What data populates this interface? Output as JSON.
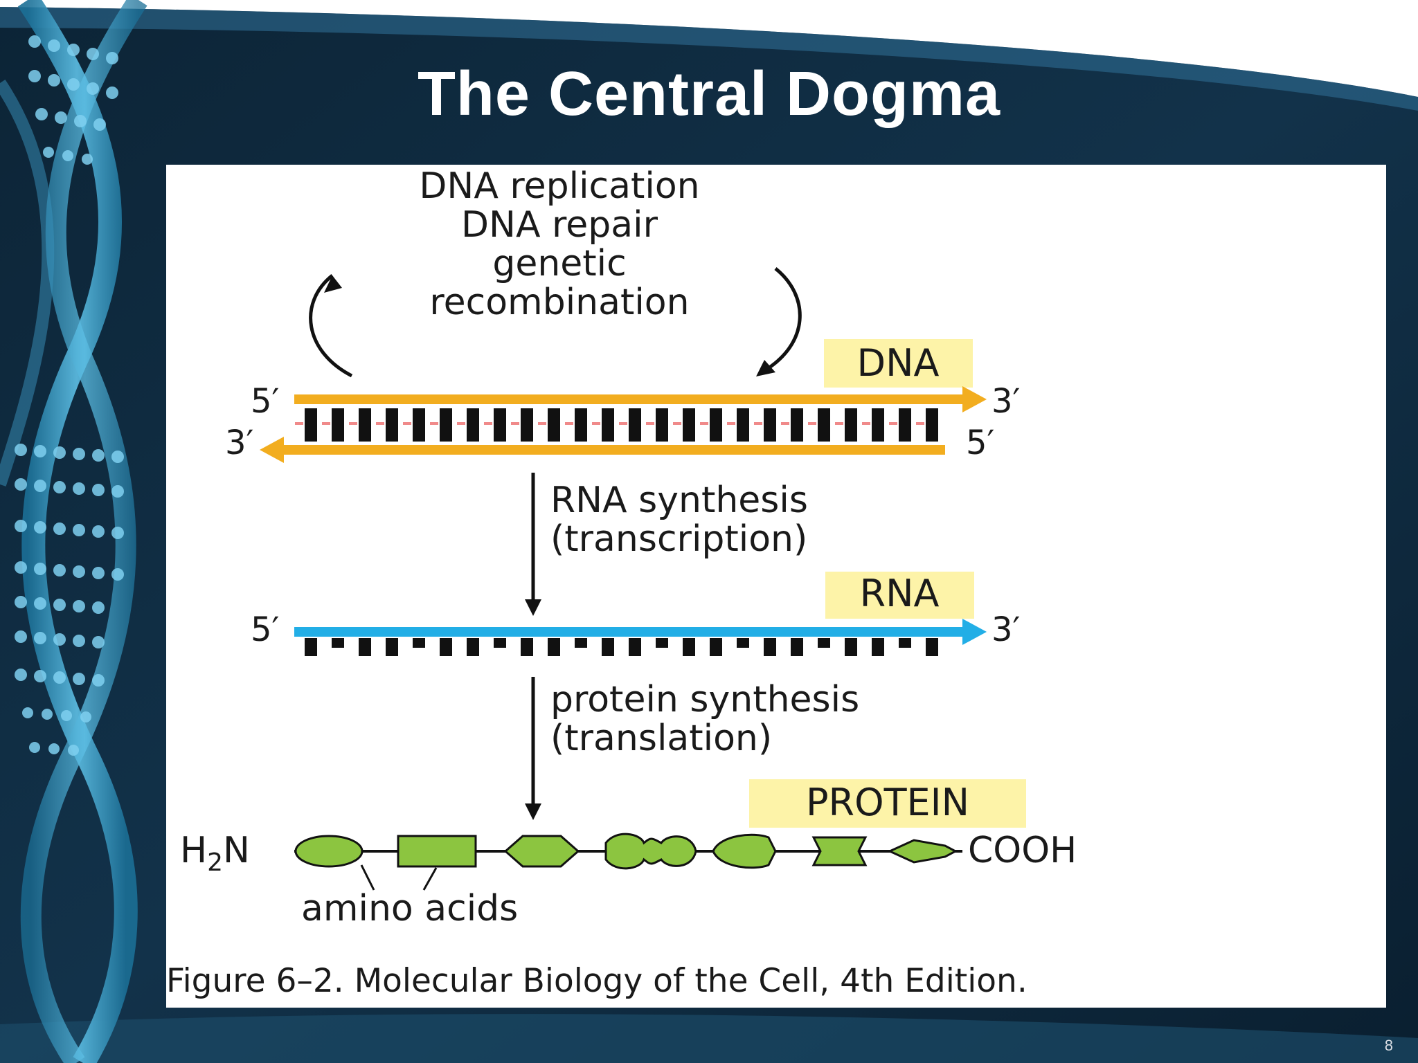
{
  "slide": {
    "title": "The Central Dogma",
    "page_number": "8"
  },
  "diagram": {
    "dna_processes": [
      "DNA replication",
      "DNA repair",
      "genetic",
      "recombination"
    ],
    "dna_label": "DNA",
    "dna_top_left": "5′",
    "dna_top_right": "3′",
    "dna_bottom_left": "3′",
    "dna_bottom_right": "5′",
    "transcription_line1": "RNA synthesis",
    "transcription_line2": "(transcription)",
    "rna_label": "RNA",
    "rna_left": "5′",
    "rna_right": "3′",
    "translation_line1": "protein synthesis",
    "translation_line2": "(translation)",
    "protein_label": "PROTEIN",
    "n_terminus": "H",
    "n_terminus_sub": "2",
    "n_terminus_end": "N",
    "c_terminus": "COOH",
    "amino_acids_label": "amino acids",
    "caption": "Figure 6–2. Molecular Biology of the Cell, 4th Edition."
  },
  "colors": {
    "dna_strand": "#f2ad1f",
    "rna_strand": "#22aee6",
    "label_highlight": "#fdf3a8",
    "amino_acid": "#8cc540"
  }
}
